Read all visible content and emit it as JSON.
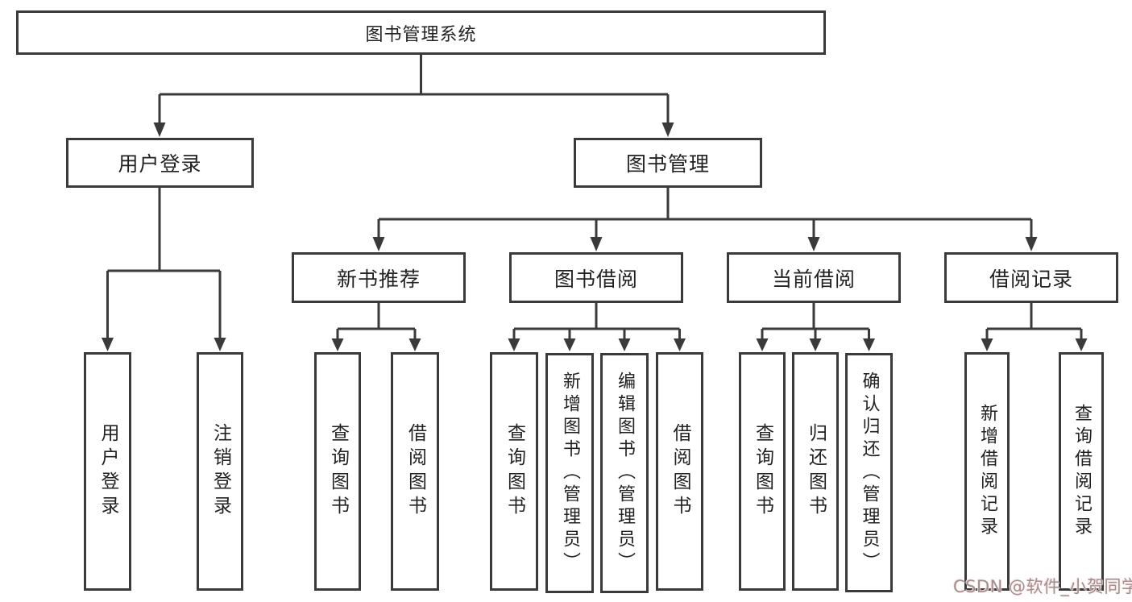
{
  "diagram": {
    "root": {
      "label": "图书管理系统"
    },
    "level2": [
      {
        "label": "用户登录"
      },
      {
        "label": "图书管理"
      }
    ],
    "level3": [
      {
        "label": "新书推荐"
      },
      {
        "label": "图书借阅"
      },
      {
        "label": "当前借阅"
      },
      {
        "label": "借阅记录"
      }
    ],
    "leaves": {
      "user_login": [
        {
          "label": "用户登录"
        },
        {
          "label": "注销登录"
        }
      ],
      "new_book": [
        {
          "label": "查询图书"
        },
        {
          "label": "借阅图书"
        }
      ],
      "book_borrow": [
        {
          "label": "查询图书"
        },
        {
          "label": "新增图书（管理员）"
        },
        {
          "label": "编辑图书（管理员）"
        },
        {
          "label": "借阅图书"
        }
      ],
      "current_borrow": [
        {
          "label": "查询图书"
        },
        {
          "label": "归还图书"
        },
        {
          "label": "确认归还（管理员）"
        }
      ],
      "records": [
        {
          "label": "新增借阅记录"
        },
        {
          "label": "查询借阅记录"
        }
      ]
    }
  },
  "watermark": {
    "text": "CSDN @软件_小贺同学"
  },
  "colors": {
    "line": "#3a3a3a",
    "text": "#222222",
    "watermark": "#a09191",
    "background": "#ffffff"
  }
}
